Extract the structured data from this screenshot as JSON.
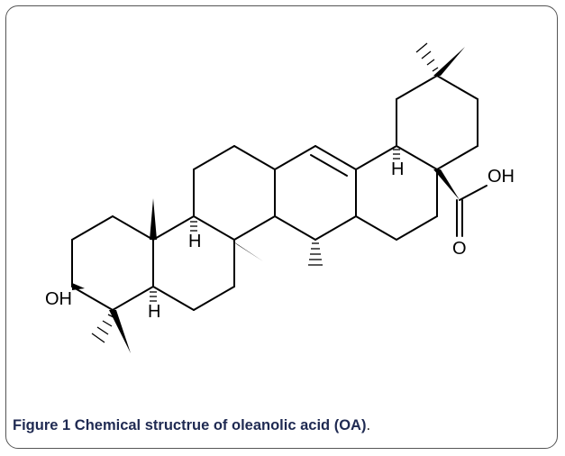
{
  "figure": {
    "label": "Figure 1",
    "title": "Chemical structrue of oleanolic acid (OA)",
    "period": "."
  },
  "structure": {
    "atom_labels": {
      "hydroxyl": "OH",
      "acid_hydroxyl": "OH",
      "carbonyl_oxygen": "O",
      "hydrogen_c9": "H",
      "hydrogen_c5": "H",
      "hydrogen_c18": "H"
    }
  }
}
